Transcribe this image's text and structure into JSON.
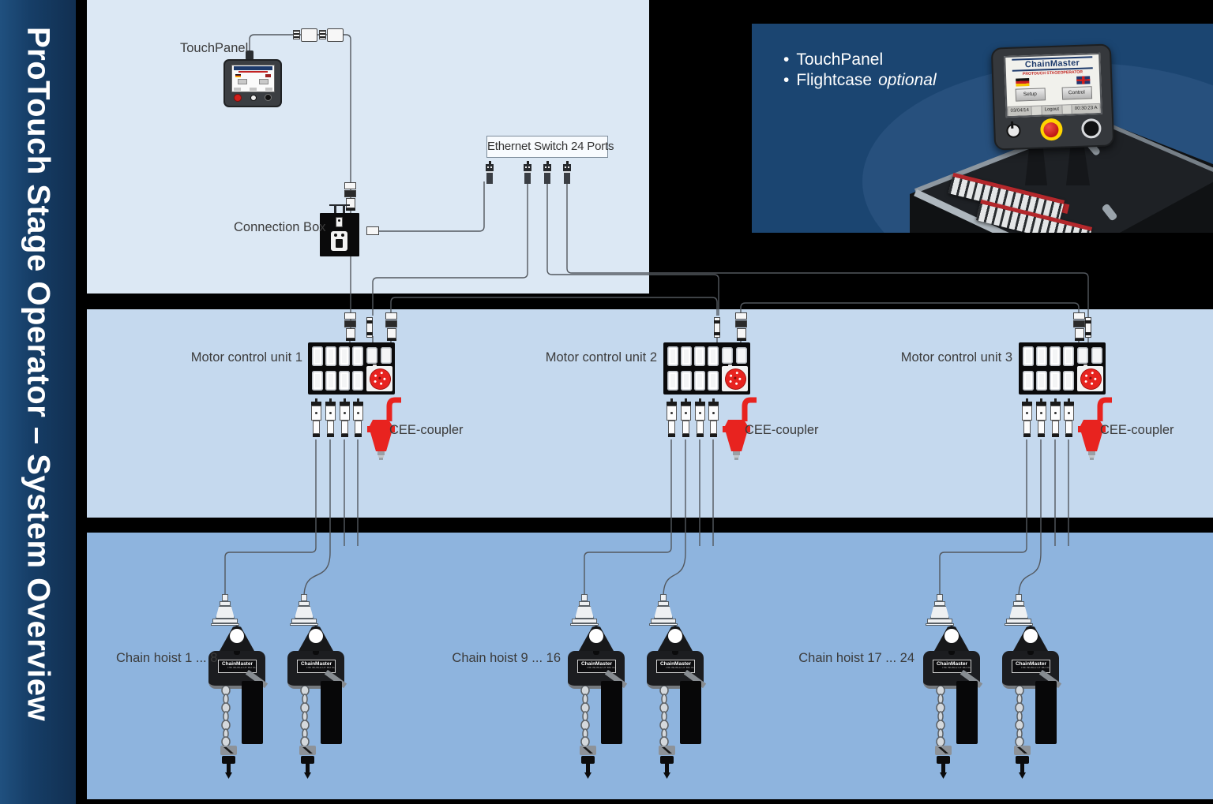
{
  "sidebar": {
    "title": "ProTouch Stage Operator – System Overview"
  },
  "diagram": {
    "touchpanel_label": "TouchPanel",
    "connection_box_label": "Connection Box",
    "ethernet_switch_label": "Ethernet Switch 24 Ports",
    "motor_units": [
      {
        "label": "Motor control unit 1",
        "coupler": "CEE-coupler"
      },
      {
        "label": "Motor control unit 2",
        "coupler": "CEE-coupler"
      },
      {
        "label": "Motor control unit 3",
        "coupler": "CEE-coupler"
      }
    ],
    "hoist_groups": [
      {
        "label": "Chain hoist 1 ... 8"
      },
      {
        "label": "Chain hoist 9 ... 16"
      },
      {
        "label": "Chain hoist 17 ... 24"
      }
    ],
    "hoist_brand": "ChainMaster",
    "hoist_brand_sub": "THE WORLD OF MOTION"
  },
  "info_box": {
    "bullet_char": "•",
    "bullets": [
      {
        "text": "TouchPanel",
        "em": ""
      },
      {
        "text": "Flightcase",
        "em": "optional"
      }
    ],
    "panel": {
      "brand": "ChainMaster",
      "subtitle": "PROTOUCH STAGEOPERATOR",
      "setup": "Setup",
      "control": "Control",
      "date": "03/04/14",
      "logout": "Logout",
      "time": "00:30:23 A"
    }
  },
  "colors": {
    "accent_red": "#e8231f",
    "navy": "#1b4571",
    "panel_top": "#dce8f4",
    "panel_mid": "#c5d9ee",
    "panel_bottom": "#8eb4de"
  }
}
